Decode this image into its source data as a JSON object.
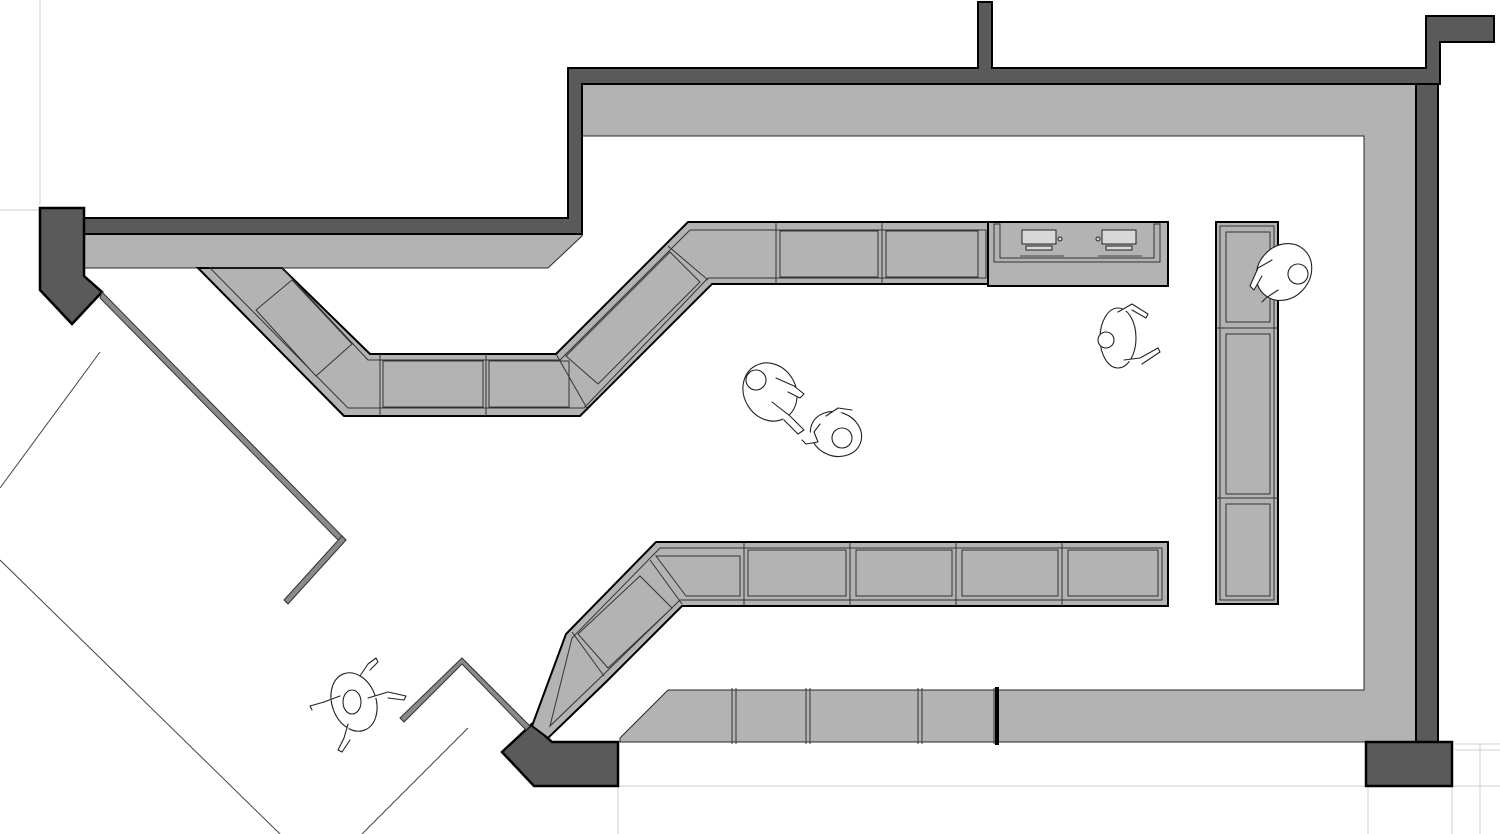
{
  "drawing": {
    "colors": {
      "wall": "#5a5a5a",
      "ledge": "#b3b3b3",
      "outline": "#000000",
      "background": "#ffffff",
      "grid_line": "#cfcfcf"
    },
    "counters": {
      "upper_run_panels": 7,
      "lower_run_panels": 7,
      "island_panels": 3,
      "wall_niches": 3
    },
    "figures": [
      "person-figure",
      "person-figure",
      "person-figure",
      "person-figure",
      "person-figure"
    ],
    "equipment": [
      "register-icon",
      "register-icon"
    ]
  }
}
